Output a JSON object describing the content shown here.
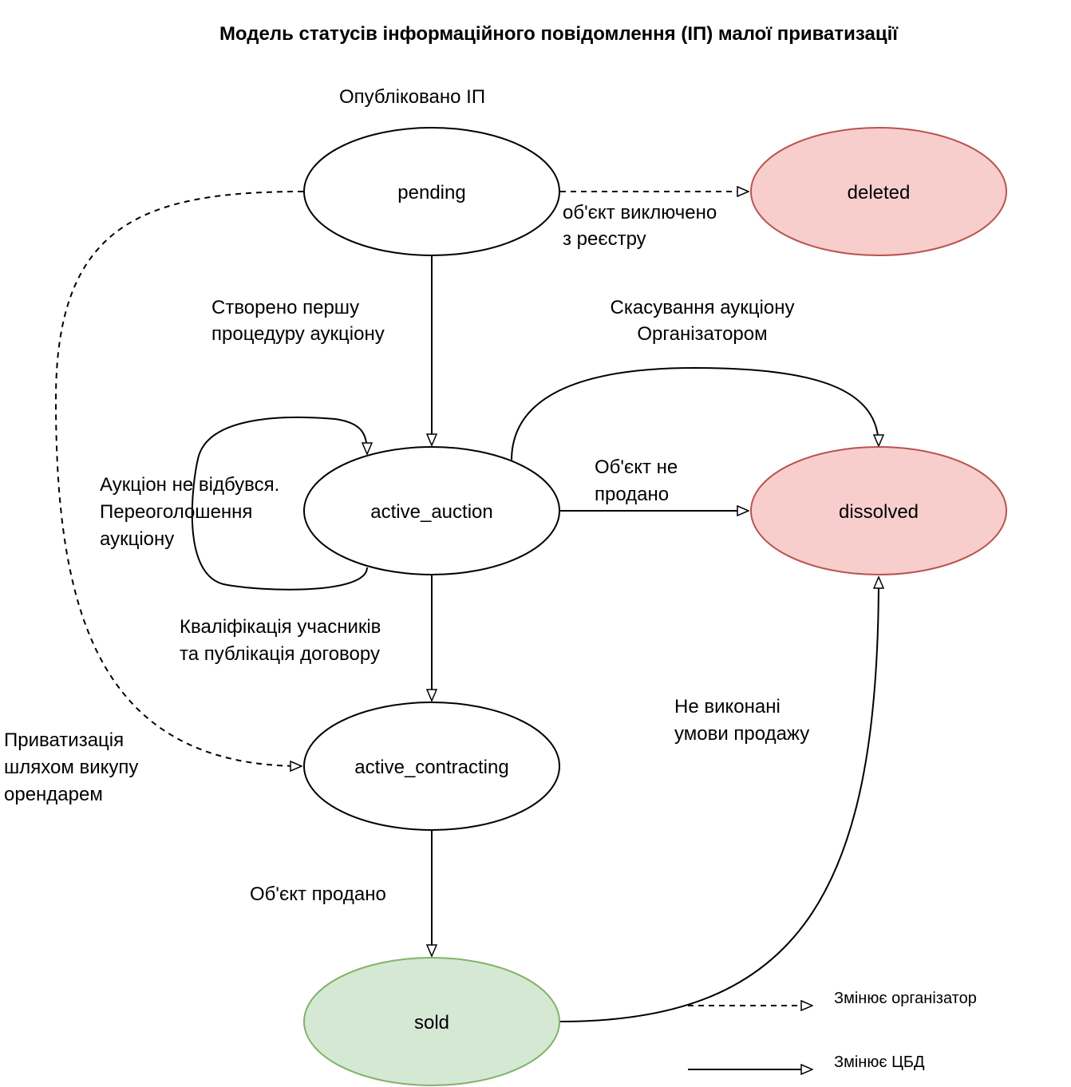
{
  "title": "Модель статусів інформаційного повідомлення (ІП) малої приватизації",
  "colors": {
    "stroke": "#000000",
    "red_fill": "#f8cecc",
    "red_stroke": "#b85450",
    "green_fill": "#d5e8d4",
    "green_stroke": "#82b366",
    "white_fill": "#ffffff"
  },
  "nodes": {
    "pending": {
      "label": "pending",
      "style": "white"
    },
    "deleted": {
      "label": "deleted",
      "style": "red"
    },
    "active_auction": {
      "label": "active_auction",
      "style": "white"
    },
    "dissolved": {
      "label": "dissolved",
      "style": "red"
    },
    "active_contracting": {
      "label": "active_contracting",
      "style": "white"
    },
    "sold": {
      "label": "sold",
      "style": "green"
    }
  },
  "labels": {
    "published": "Опубліковано ІП",
    "excluded": [
      "об'єкт виключено",
      "з реєстру"
    ],
    "first_procedure": [
      "Створено першу",
      "процедуру аукціону"
    ],
    "cancel": [
      "Скасування аукціону",
      "Організатором"
    ],
    "not_held": [
      "Аукціон не відбувся.",
      "Переоголошення",
      "аукціону"
    ],
    "not_sold": [
      "Об'єкт не",
      "продано"
    ],
    "qualification": [
      "Кваліфікація учасників",
      "та публікація договору"
    ],
    "lessee": [
      "Приватизація",
      "шляхом викупу",
      "орендарем"
    ],
    "not_fulfilled": [
      "Не виконані",
      "умови продажу"
    ],
    "sold": "Об'єкт продано"
  },
  "edges": [
    {
      "from": "pending",
      "to": "deleted",
      "type": "dashed",
      "label": "excluded"
    },
    {
      "from": "pending",
      "to": "active_auction",
      "type": "solid",
      "label": "first_procedure"
    },
    {
      "from": "pending",
      "to": "active_contracting",
      "type": "dashed",
      "label": "lessee"
    },
    {
      "from": "active_auction",
      "to": "active_auction",
      "type": "solid",
      "label": "not_held"
    },
    {
      "from": "active_auction",
      "to": "dissolved",
      "type": "solid",
      "label": "cancel"
    },
    {
      "from": "active_auction",
      "to": "dissolved",
      "type": "solid",
      "label": "not_sold"
    },
    {
      "from": "active_auction",
      "to": "active_contracting",
      "type": "solid",
      "label": "qualification"
    },
    {
      "from": "active_contracting",
      "to": "sold",
      "type": "solid",
      "label": "sold"
    },
    {
      "from": "sold",
      "to": "dissolved",
      "type": "solid",
      "label": "not_fulfilled"
    }
  ],
  "legend": {
    "dashed": "Змінює організатор",
    "solid": "Змінює ЦБД"
  }
}
